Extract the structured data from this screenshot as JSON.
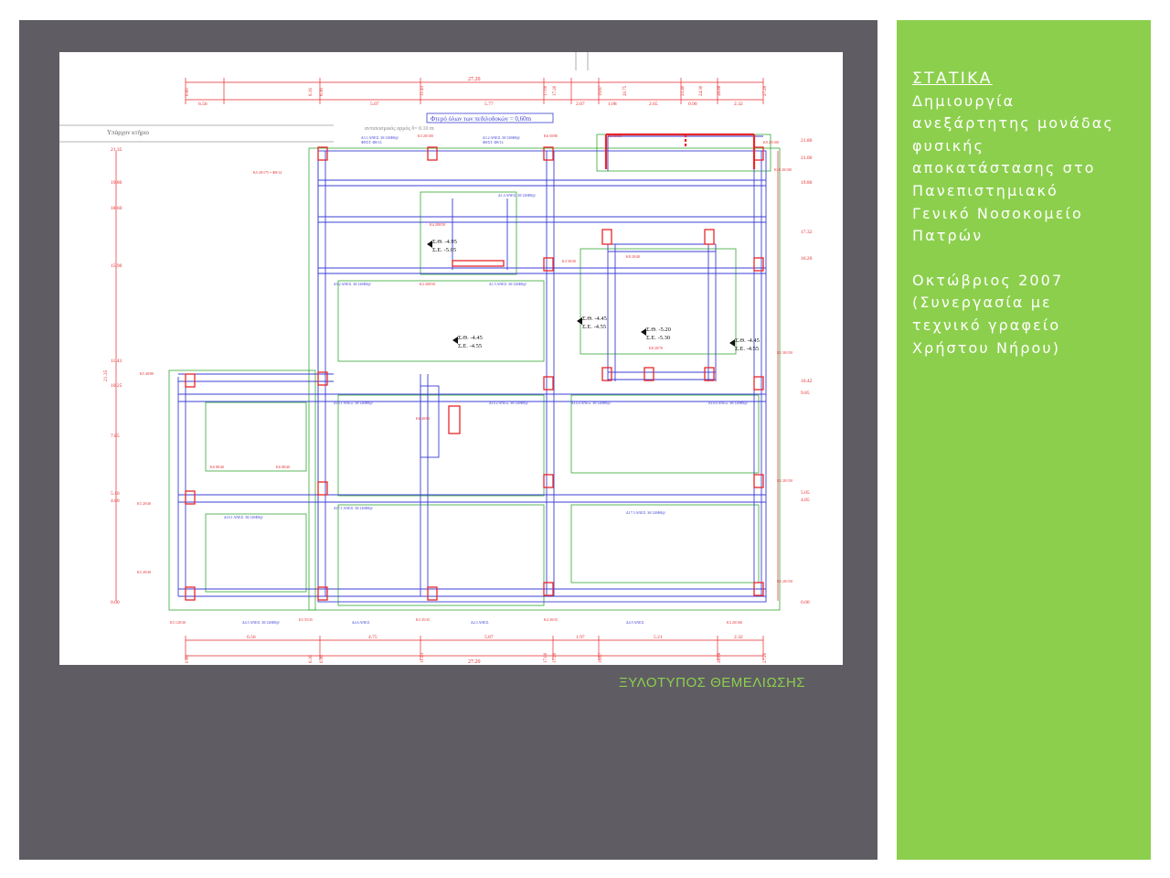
{
  "slide": {
    "caption": "ΞΥΛΟΤΥΠΟΣ ΘΕΜΕΛΙΩΣΗΣ",
    "heading": "ΣΤΑΤΙΚΑ",
    "desc_lines": [
      "Δημιουργία",
      "ανεξάρτητης μονάδας",
      "φυσικής",
      "αποκατάστασης στο",
      "Πανεπιστημιακό",
      "Γενικό Νοσοκομείο",
      "Πατρών"
    ],
    "date": "Οκτώβριος 2007",
    "collab_lines": [
      "(Συνεργασία με",
      "τεχνικό γραφείο",
      "Χρήστου Νήρου)"
    ]
  },
  "plan": {
    "top_dim_total": "27.20",
    "bottom_dim_total": "27.20",
    "top_segments": [
      "6.56",
      "5.07",
      "5.77",
      "2.07",
      "1.08",
      "2.65",
      "0.90",
      "2.32"
    ],
    "bottom_segments": [
      "6.56",
      "4.75",
      "5.87",
      "1.97",
      "5.21",
      "2.32"
    ],
    "top_ticks": [
      "0.00",
      "6.16",
      "6.36",
      "11.43",
      "17.00",
      "17.20",
      "19.67",
      "20.75",
      "23.40",
      "24.30",
      "26.88",
      "27.20"
    ],
    "bottom_ticks": [
      "0.00",
      "6.16",
      "6.36",
      "11.43",
      "17.00",
      "17.20",
      "19.67",
      "26.88",
      "27.20"
    ],
    "left_levels": [
      "21.35",
      "19.80",
      "18.60",
      "15.90",
      "11.43",
      "10.25",
      "7.85",
      "5.10",
      "4.80",
      "0.00"
    ],
    "right_levels": [
      "21.80",
      "21.00",
      "19.80",
      "17.32",
      "16.20",
      "10.42",
      "9.85",
      "5.05",
      "4.85",
      "0.00"
    ],
    "side_dim_total": "21.35",
    "existing_building": "Υπάρχον κτήριο",
    "footing_note": "Φτερό όλων των πεδιλοδοκών = 0,60m",
    "seismic_note": "αντισεισμικός αρμός δ= 0.10 m",
    "elevations": [
      {
        "top": "Σ.Θ. -4.95",
        "bottom": "Σ.Ε. -5.05"
      },
      {
        "top": "Σ.Θ. -4.45",
        "bottom": "Σ.Ε. -4.55"
      },
      {
        "top": "Σ.Θ. -4.45",
        "bottom": "Σ.Ε. -4.55"
      },
      {
        "top": "Σ.Θ. -5.20",
        "bottom": "Σ.Ε. -5.30"
      },
      {
        "top": "Σ.Θ. -4.45",
        "bottom": "Σ.Ε. -4.55"
      }
    ]
  },
  "colors": {
    "left_panel": "#5f5d63",
    "accent_green": "#8ccf4d",
    "text_white": "#ffffff",
    "dimension_red": "#e8262a",
    "beam_blue": "#3b3fd6",
    "slab_green": "#35a835"
  }
}
